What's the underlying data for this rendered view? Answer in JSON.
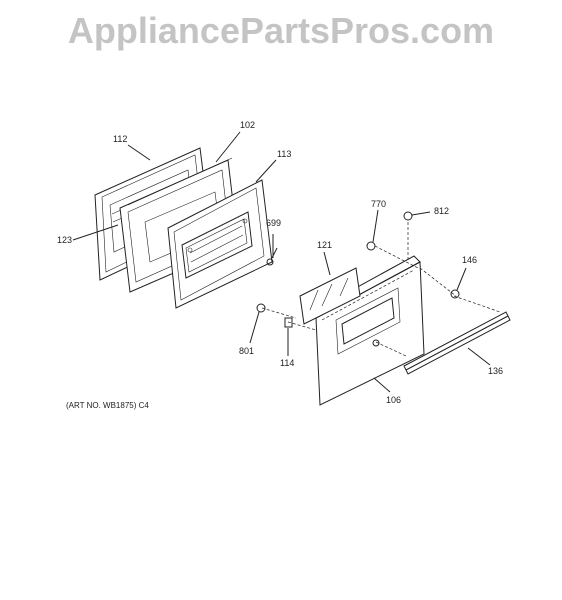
{
  "watermark": "AppliancePartsPros.com",
  "art_number": "(ART NO. WB1875) C4",
  "parts": {
    "p112": "112",
    "p102": "102",
    "p113": "113",
    "p123": "123",
    "p699": "699",
    "p770": "770",
    "p812": "812",
    "p121": "121",
    "p146": "146",
    "p801": "801",
    "p114": "114",
    "p136": "136",
    "p106": "106"
  }
}
